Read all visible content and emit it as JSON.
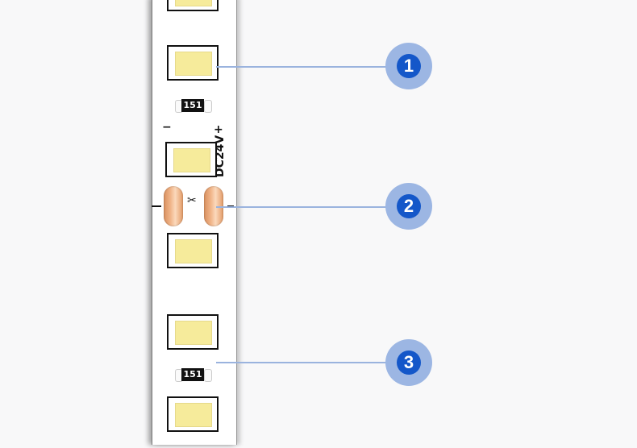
{
  "strip": {
    "resistor_code": "151",
    "voltage_label": "DC24V",
    "negative_label": "−",
    "positive_label": "+",
    "cut_symbol": "✂"
  },
  "callouts": [
    {
      "number": "1"
    },
    {
      "number": "2"
    },
    {
      "number": "3"
    }
  ],
  "colors": {
    "background": "#f8f8f9",
    "led_chip": "#f6eb9b",
    "copper_pad": "#e9a572",
    "callout_line": "#9ab3de",
    "badge_outer": "#9cb6e3",
    "badge_inner": "#1457c9"
  }
}
